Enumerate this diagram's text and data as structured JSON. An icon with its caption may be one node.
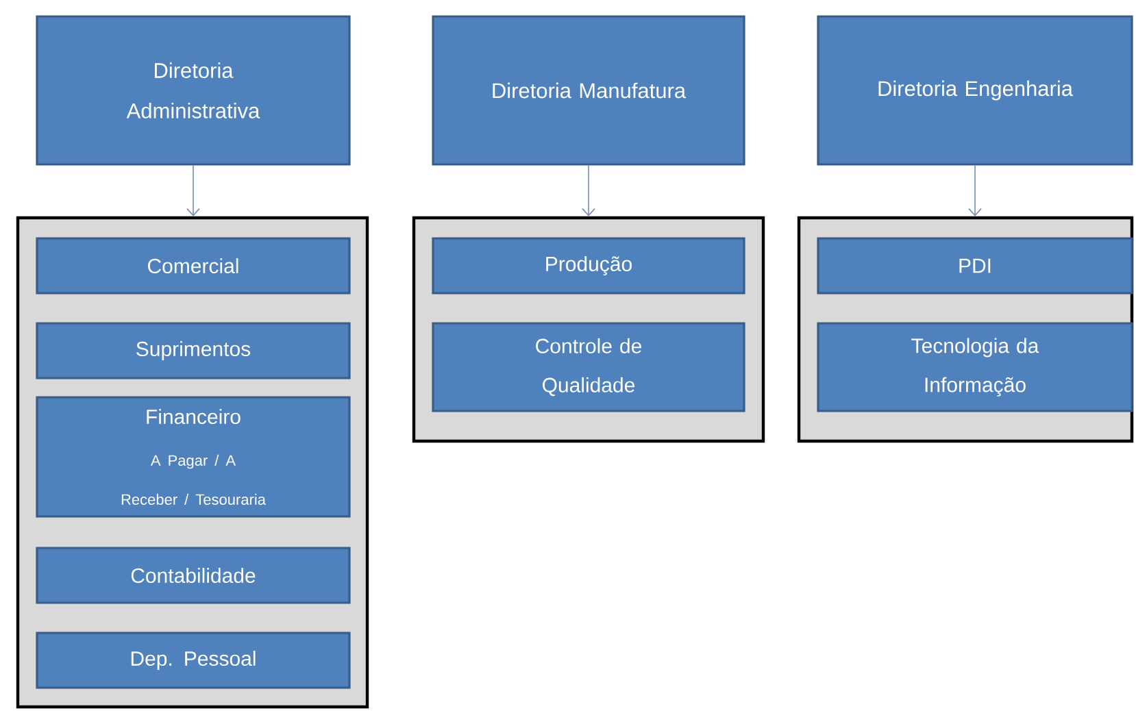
{
  "diagram": {
    "nodes": [
      {
        "text": [
          "Diretoria Administrativa"
        ]
      },
      {
        "text": [
          "Diretoria Manufatura"
        ]
      },
      {
        "text": [
          "Diretoria Engenharia"
        ]
      },
      {
        "text": [],
        "shape": "box"
      },
      {
        "text": [
          "Comercial"
        ],
        "in": 3
      },
      {
        "text": [
          "Suprimentos"
        ],
        "in": 3
      },
      {
        "text": [
          "Financeiro",
          "A Pagar / A Receber / Tesouraria"
        ],
        "in": 3
      },
      {
        "text": [
          "Contabilidade"
        ],
        "in": 3
      },
      {
        "text": [
          "Dep. Pessoal"
        ],
        "in": 3
      },
      {
        "text": [],
        "shape": "box"
      },
      {
        "text": [
          "Produção"
        ],
        "in": 9
      },
      {
        "text": [
          "Controle de Qualidade"
        ],
        "in": 9
      },
      {
        "text": [],
        "shape": "box"
      },
      {
        "text": [
          "PDI"
        ],
        "in": 12
      },
      {
        "text": [
          "Tecnologia da Informação"
        ],
        "in": 12
      }
    ],
    "edges": [
      {
        "from": 0,
        "to": 3,
        "arrow": "to"
      },
      {
        "from": 1,
        "to": 9,
        "arrow": "to"
      },
      {
        "from": 2,
        "to": 12,
        "arrow": "to"
      }
    ]
  }
}
